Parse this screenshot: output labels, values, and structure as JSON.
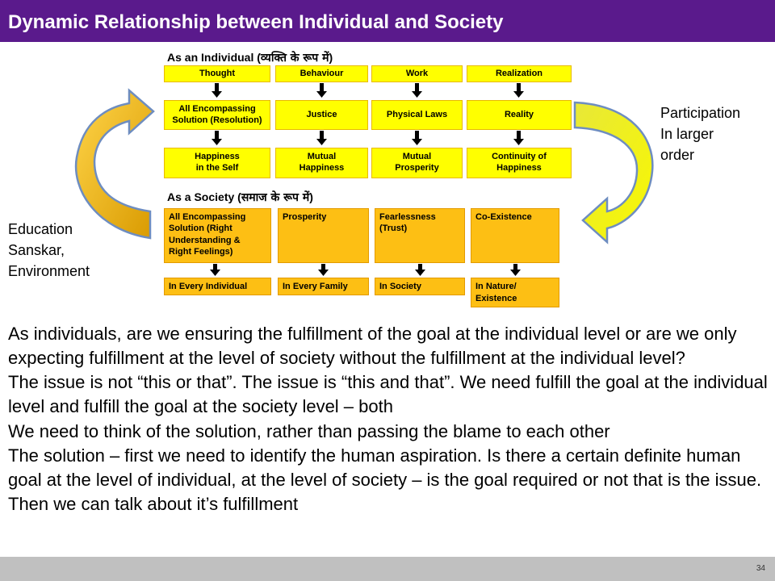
{
  "title": "Dynamic Relationship between Individual and Society",
  "individual": {
    "heading": "As an Individual (",
    "heading_hindi": "व्यक्ति के रूप में",
    "heading_close": ")",
    "rows": [
      [
        "Thought",
        "Behaviour",
        "Work",
        "Realization"
      ],
      [
        "All Encompassing\nSolution (Resolution)",
        "Justice",
        "Physical Laws",
        "Reality"
      ],
      [
        "Happiness\nin the Self",
        "Mutual\nHappiness",
        "Mutual\nProsperity",
        "Continuity of\nHappiness"
      ]
    ]
  },
  "society": {
    "heading": "As a Society (",
    "heading_hindi": "समाज के रूप में",
    "heading_close": ")",
    "top": [
      "All Encompassing\nSolution (Right\nUnderstanding  &\nRight Feelings)",
      "Prosperity",
      "Fearlessness\n(Trust)",
      "Co-Existence"
    ],
    "bottom": [
      "In Every Individual",
      "In Every Family",
      "In Society",
      "In Nature/\nExistence"
    ]
  },
  "left_label": "Education\nSanskar,\nEnvironment",
  "right_label": "Participation\nIn larger\norder",
  "paragraphs": [
    "As individuals, are we ensuring the fulfillment of the goal at the individual level or are we only expecting fulfillment at the level of society without the fulfillment at the individual level?",
    "The issue is not “this or that”. The issue is “this and that”. We need fulfill the goal at the individual level and fulfill the goal at the society level – both",
    "We need to think of the solution, rather than passing the blame to each other",
    "The solution – first we need to identify the human aspiration. Is there a certain definite human goal at the level of individual, at the level of society – is the goal required or not that is the issue. Then we can talk about it’s fulfillment"
  ],
  "page_number": "34",
  "colors": {
    "header": "#5a1a8c",
    "individual_box": "#ffff00",
    "society_box": "#fdbf14",
    "footer": "#c0c0c0",
    "left_arrow": "#f0b000",
    "right_arrow": "#f4f020"
  }
}
